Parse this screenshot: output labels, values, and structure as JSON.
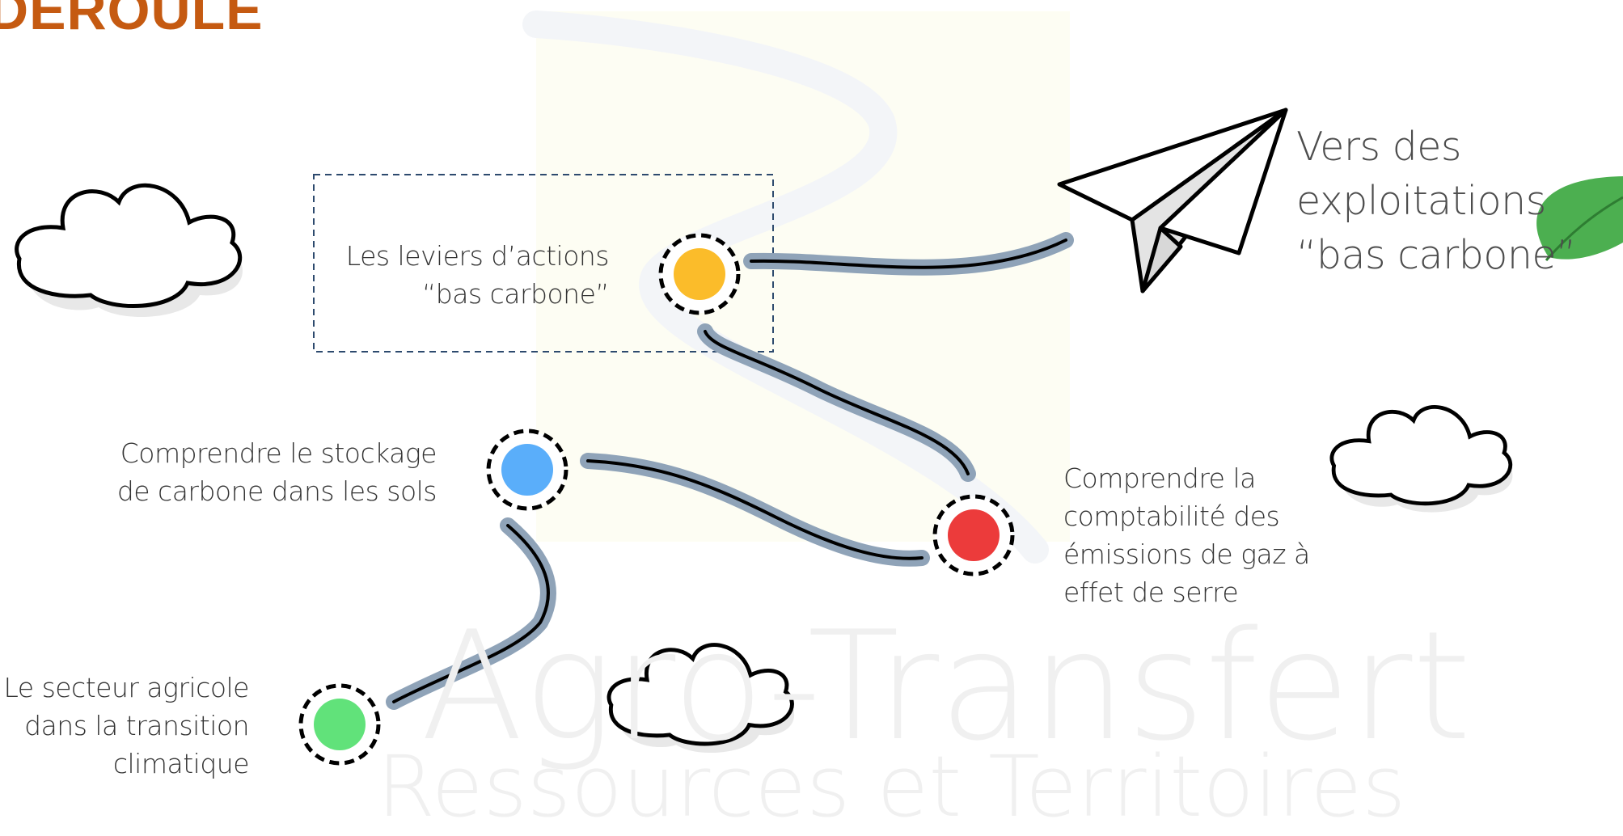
{
  "header": {
    "title": "DÉROULÉ"
  },
  "steps": [
    {
      "id": "secteur",
      "lines": [
        "Le secteur agricole",
        "dans la transition",
        "climatique"
      ],
      "color": "#61e27a"
    },
    {
      "id": "stockage",
      "lines": [
        "Comprendre le stockage",
        "de carbone dans les sols"
      ],
      "color": "#5aaefa"
    },
    {
      "id": "comptabilite",
      "lines": [
        "Comprendre la",
        "comptabilité des",
        "émissions de gaz à",
        "effet de serre"
      ],
      "color": "#ec3b3b"
    },
    {
      "id": "leviers",
      "lines": [
        "Les leviers d’actions",
        "“bas carbone”"
      ],
      "color": "#fbbc2a"
    }
  ],
  "destination": {
    "lines": [
      "Vers des",
      "exploitations",
      "“bas carbone”"
    ]
  },
  "watermark": {
    "line1": "Agro-Transfert",
    "line2": "Ressources et Territoires"
  },
  "colors": {
    "title": "#c55a11",
    "path": "#8fa3b8",
    "leaf": "#4caf50",
    "road": "#fdfdf1"
  },
  "icons": [
    "cloud-icon",
    "paper-plane-icon",
    "leaf-icon"
  ]
}
